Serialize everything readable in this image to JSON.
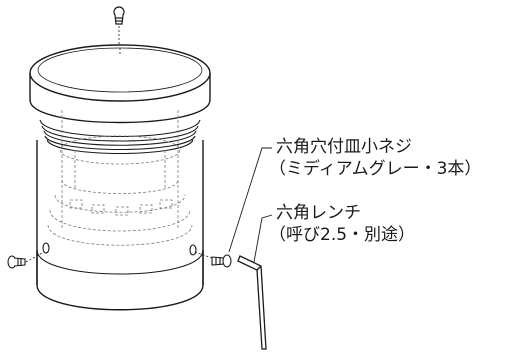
{
  "labels": {
    "screw_title": "六角穴付皿小ネジ",
    "screw_sub": "（ミディアムグレー・3本）",
    "wrench_title": "六角レンチ",
    "wrench_sub": "（呼び2.5・別途）"
  },
  "colors": {
    "line": "#1a1a1a",
    "hidden_line": "#7a7a7a",
    "background": "#ffffff"
  }
}
